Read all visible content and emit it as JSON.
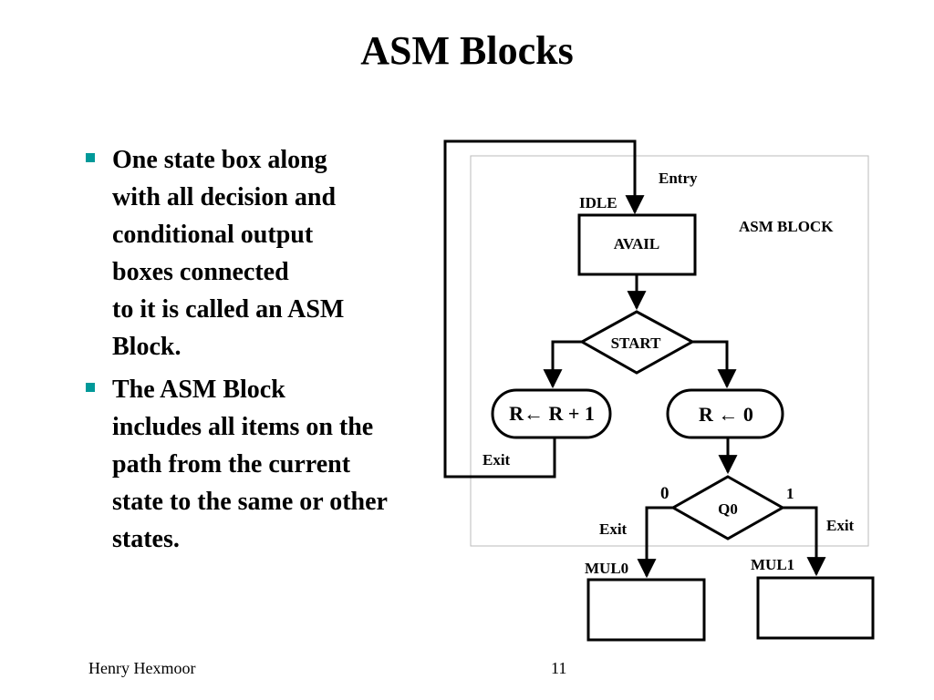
{
  "slide": {
    "title": "ASM Blocks",
    "bullets": [
      {
        "lines": [
          "One state box along",
          "with all decision and",
          "conditional output",
          "boxes connected",
          "to it is called an ASM",
          "Block."
        ]
      },
      {
        "lines": [
          "The ASM Block",
          "includes all items on the",
          "path from the current",
          "state to the same or other",
          "states."
        ]
      }
    ],
    "footer": {
      "author": "Henry Hexmoor",
      "page": "11"
    },
    "colors": {
      "bullet": "#009999",
      "block_border": "#bbbbbb"
    }
  },
  "diagram": {
    "entry_label": "Entry",
    "state_name": "IDLE",
    "state_output": "AVAIL",
    "block_label": "ASM BLOCK",
    "decision1": "START",
    "output_left": "R← R + 1",
    "output_right": "R ← 0",
    "exit_left": "Exit",
    "decision2": "Q0",
    "branch0": "0",
    "branch1": "1",
    "exit_q0_left": "Exit",
    "exit_q0_right": "Exit",
    "mul0": "MUL0",
    "mul1": "MUL1"
  }
}
